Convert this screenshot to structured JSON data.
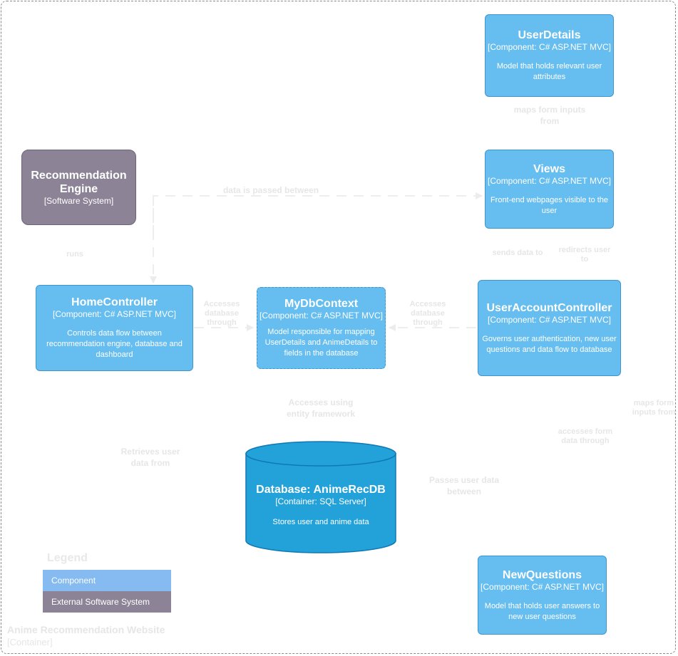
{
  "nodes": {
    "user_details": {
      "name": "UserDetails",
      "tech": "[Component: C# ASP.NET MVC]",
      "desc": "Model that holds relevant user attributes"
    },
    "views": {
      "name": "Views",
      "tech": "[Component: C# ASP.NET MVC]",
      "desc": "Front-end webpages visible to the user"
    },
    "recommendation_engine": {
      "name": "Recommendation Engine",
      "tech": "[Software System]"
    },
    "home_controller": {
      "name": "HomeController",
      "tech": "[Component: C# ASP.NET MVC]",
      "desc": "Controls data flow between recommendation engine, database and dashboard"
    },
    "my_db_context": {
      "name": "MyDbContext",
      "tech": "[Component: C# ASP.NET MVC]",
      "desc": "Model responsible for mapping UserDetails and AnimeDetails to fields in the database"
    },
    "user_account_controller": {
      "name": "UserAccountController",
      "tech": "[Component: C# ASP.NET MVC]",
      "desc": "Governs user authentication, new user questions and data flow to database"
    },
    "database": {
      "name": "Database: AnimeRecDB",
      "tech": "[Container: SQL Server]",
      "desc": "Stores user and anime data"
    },
    "new_questions": {
      "name": "NewQuestions",
      "tech": "[Component: C# ASP.NET MVC]",
      "desc": "Model that holds user answers to new user questions"
    }
  },
  "edges": {
    "maps_form_inputs": "maps form inputs from",
    "data_passed_between": "data is passed between",
    "runs": "runs",
    "sends_data_to": "sends data to",
    "redirects_user_to": "redirects user to",
    "accesses_db_left": "Accesses database through",
    "accesses_db_right": "Accesses database through",
    "accesses_entity": "Accesses using entity framework",
    "retrieves_user": "Retrieves user data from",
    "passes_user_data": "Passes user data between",
    "accesses_form_data": "accesses form data through",
    "maps_form_inputs_right": "maps form inputs from"
  },
  "legend": {
    "title": "Legend",
    "component": "Component",
    "external": "External Software System",
    "component_color": "#85bbf0",
    "external_color": "#8c8496"
  },
  "boundary": {
    "title": "Anime Recommendation Website",
    "sub": "[Container]"
  },
  "colors": {
    "component": "#66bdf0",
    "database": "#23a2da",
    "external": "#8c8496",
    "edge": "#f0f0f0"
  }
}
